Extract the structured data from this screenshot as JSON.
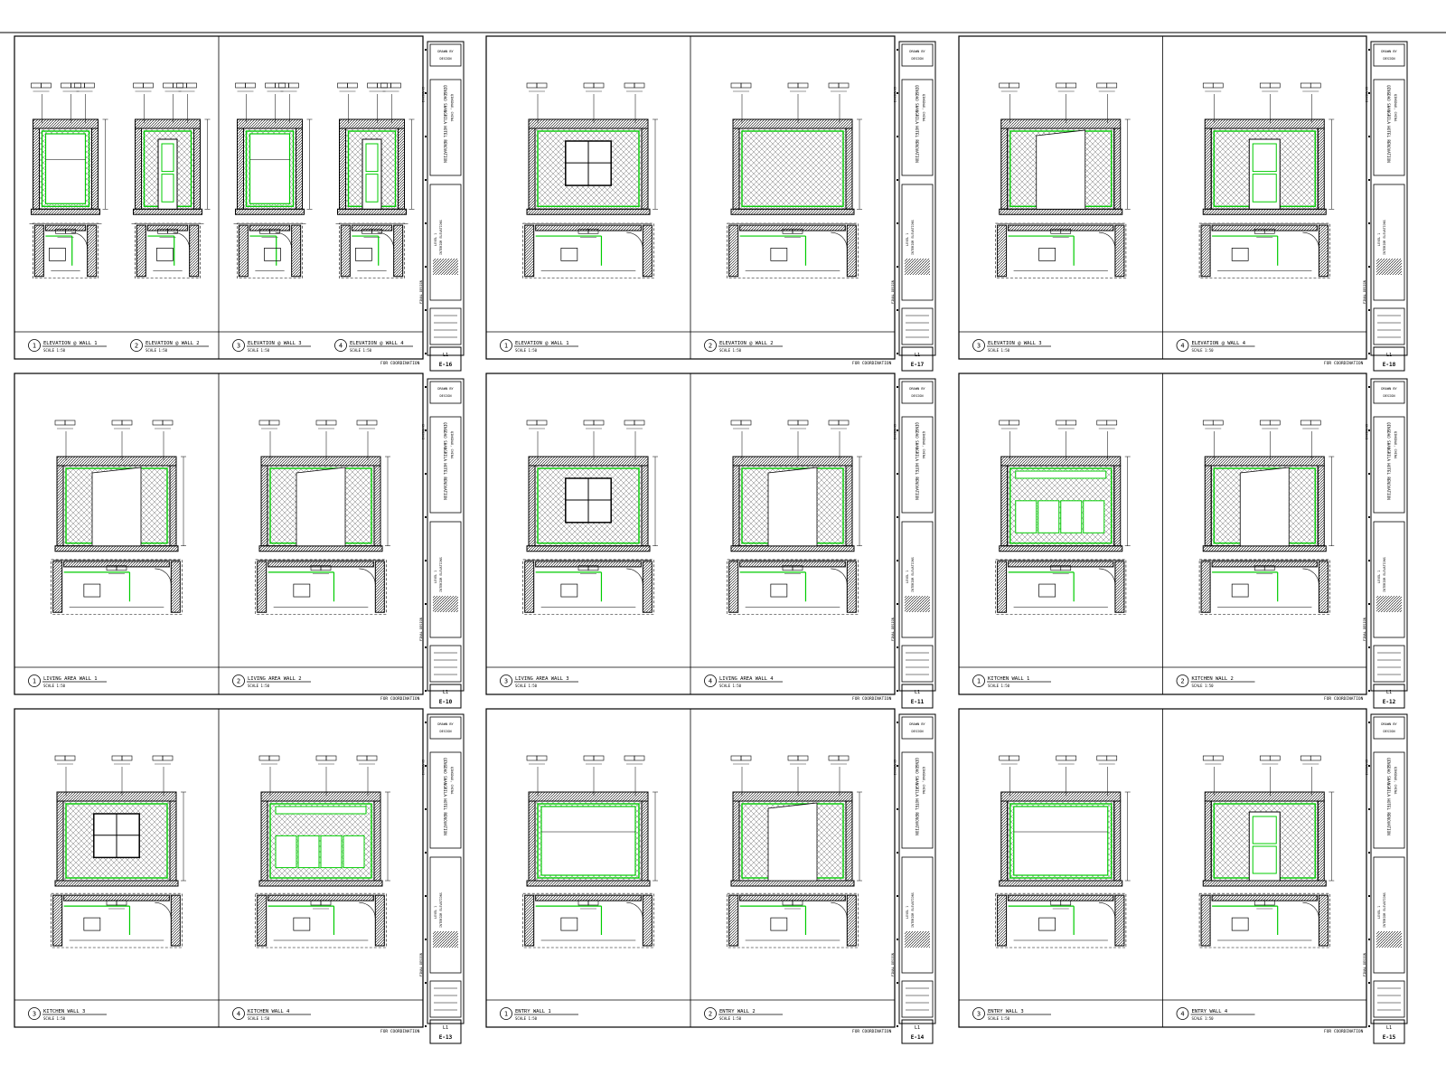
{
  "footer_note": "FOR COORDINATION",
  "firm_name": [
    "DRAWN BY",
    "DESIGN"
  ],
  "project_lines": [
    "QINGDAO SHANGRILA HOTEL RENOVATION",
    "QINGDAO, CHINA"
  ],
  "stamp_label": "FINAL DESIGN",
  "owner_label": "SHANGHAI",
  "sheet_title_lines": [
    "LEVEL 1",
    "INTERIOR ELEVATIONS"
  ],
  "level_label": "L1",
  "sheets": [
    {
      "sheet_no": "E-16",
      "elevations": [
        {
          "num": "1",
          "caption": "ELEVATION @ WALL 1",
          "scale": "SCALE 1:50"
        },
        {
          "num": "2",
          "caption": "ELEVATION @ WALL 2",
          "scale": "SCALE 1:50"
        },
        {
          "num": "3",
          "caption": "ELEVATION @ WALL 3",
          "scale": "SCALE 1:50"
        },
        {
          "num": "4",
          "caption": "ELEVATION @ WALL 4",
          "scale": "SCALE 1:50"
        }
      ]
    },
    {
      "sheet_no": "E-17",
      "elevations": [
        {
          "num": "1",
          "caption": "ELEVATION @ WALL 1",
          "scale": "SCALE 1:50"
        },
        {
          "num": "2",
          "caption": "ELEVATION @ WALL 2",
          "scale": "SCALE 1:50"
        }
      ]
    },
    {
      "sheet_no": "E-18",
      "elevations": [
        {
          "num": "3",
          "caption": "ELEVATION @ WALL 3",
          "scale": "SCALE 1:50"
        },
        {
          "num": "4",
          "caption": "ELEVATION @ WALL 4",
          "scale": "SCALE 1:50"
        }
      ]
    },
    {
      "sheet_no": "E-10",
      "elevations": [
        {
          "num": "1",
          "caption": "LIVING AREA WALL 1",
          "scale": "SCALE 1:50"
        },
        {
          "num": "2",
          "caption": "LIVING AREA WALL 2",
          "scale": "SCALE 1:50"
        }
      ]
    },
    {
      "sheet_no": "E-11",
      "elevations": [
        {
          "num": "3",
          "caption": "LIVING AREA WALL 3",
          "scale": "SCALE 1:50"
        },
        {
          "num": "4",
          "caption": "LIVING AREA WALL 4",
          "scale": "SCALE 1:50"
        }
      ]
    },
    {
      "sheet_no": "E-12",
      "elevations": [
        {
          "num": "1",
          "caption": "KITCHEN WALL 1",
          "scale": "SCALE 1:50"
        },
        {
          "num": "2",
          "caption": "KITCHEN WALL 2",
          "scale": "SCALE 1:50"
        }
      ]
    },
    {
      "sheet_no": "E-13",
      "elevations": [
        {
          "num": "3",
          "caption": "KITCHEN WALL 3",
          "scale": "SCALE 1:50"
        },
        {
          "num": "4",
          "caption": "KITCHEN WALL 4",
          "scale": "SCALE 1:50"
        }
      ]
    },
    {
      "sheet_no": "E-14",
      "elevations": [
        {
          "num": "1",
          "caption": "ENTRY WALL 1",
          "scale": "SCALE 1:50"
        },
        {
          "num": "2",
          "caption": "ENTRY WALL 2",
          "scale": "SCALE 1:50"
        }
      ]
    },
    {
      "sheet_no": "E-15",
      "elevations": [
        {
          "num": "3",
          "caption": "ENTRY WALL 3",
          "scale": "SCALE 1:50"
        },
        {
          "num": "4",
          "caption": "ENTRY WALL 4",
          "scale": "SCALE 1:50"
        }
      ]
    }
  ],
  "colors": {
    "line": "#000000",
    "accent": "#00cc00",
    "background": "#ffffff"
  }
}
